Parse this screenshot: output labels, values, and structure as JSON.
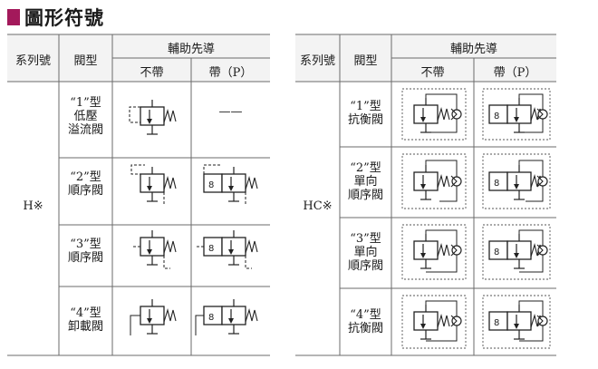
{
  "title": "圖形符號",
  "colors": {
    "accent": "#a3195b",
    "line": "#6b6b6b",
    "header_bg": "#f3f3f3"
  },
  "left_table": {
    "header": {
      "series": "系列號",
      "valve_type": "閥型",
      "pilot": "輔助先導",
      "without": "不帶",
      "with": "帶（P）"
    },
    "series_value": "H※",
    "rows": [
      {
        "type_lines": [
          "“1”型",
          "低壓",
          "溢流閥"
        ],
        "with_symbol": "——"
      },
      {
        "type_lines": [
          "“2”型",
          "順序閥"
        ]
      },
      {
        "type_lines": [
          "“3”型",
          "順序閥"
        ]
      },
      {
        "type_lines": [
          "“4”型",
          "卸載閥"
        ]
      }
    ]
  },
  "right_table": {
    "header": {
      "series": "系列號",
      "valve_type": "閥型",
      "pilot": "輔助先導",
      "without": "不帶",
      "with": "帶（P）"
    },
    "series_value": "HC※",
    "rows": [
      {
        "type_lines": [
          "“1”型",
          "抗衡閥"
        ]
      },
      {
        "type_lines": [
          "“2”型",
          "單向",
          "順序閥"
        ]
      },
      {
        "type_lines": [
          "“3”型",
          "單向",
          "順序閥"
        ]
      },
      {
        "type_lines": [
          "“4”型",
          "抗衡閥"
        ]
      }
    ]
  }
}
